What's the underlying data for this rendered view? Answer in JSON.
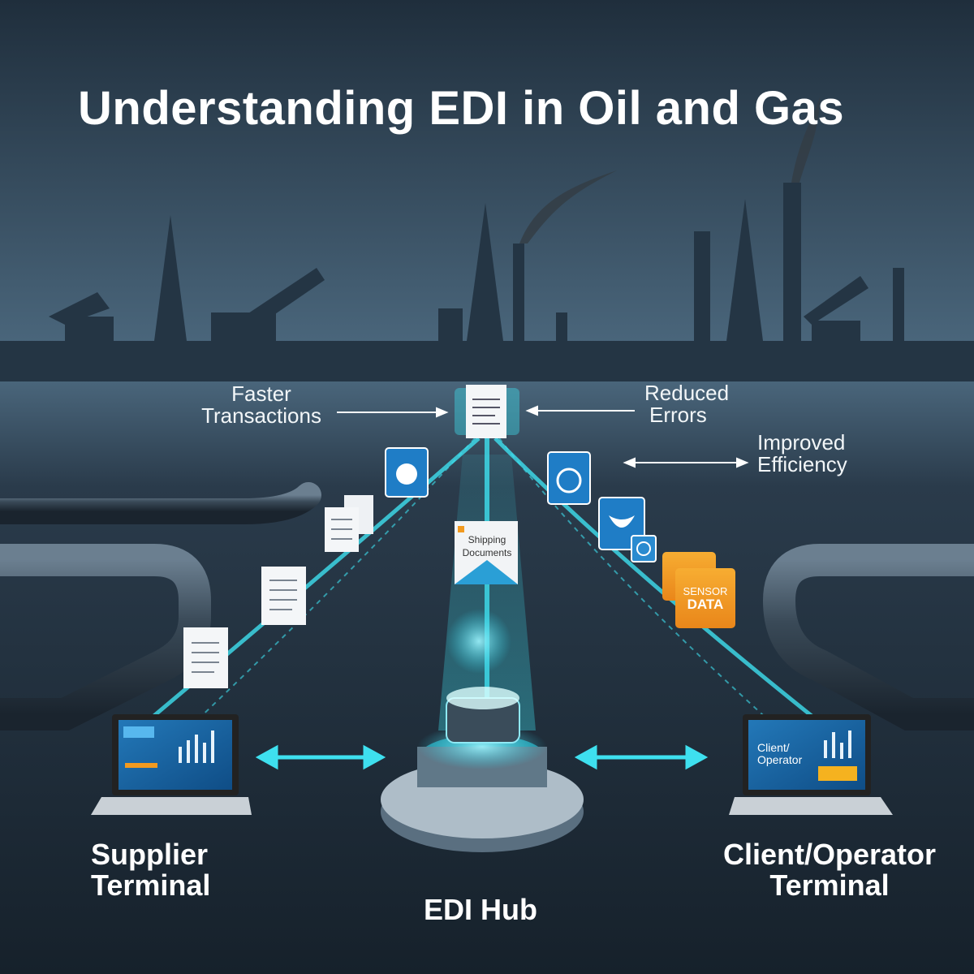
{
  "title": "Understanding EDI in Oil and Gas",
  "benefits": {
    "faster": [
      "Faster",
      "Transactions"
    ],
    "reduced": [
      "Reduced",
      "Errors"
    ],
    "improved": [
      "Improved",
      "Efficiency"
    ]
  },
  "documents": {
    "shipping": [
      "Shipping",
      "Documents"
    ],
    "sensor": [
      "SENSOR",
      "DATA"
    ]
  },
  "screens": {
    "client": [
      "Client/",
      "Operator"
    ]
  },
  "nodes": {
    "supplier": [
      "Supplier",
      "Terminal"
    ],
    "hub": "EDI Hub",
    "client": [
      "Client/Operator",
      "Terminal"
    ]
  },
  "colors": {
    "accent": "#35d6e6",
    "background": "#1b2733",
    "orange": "#f29a1f"
  }
}
